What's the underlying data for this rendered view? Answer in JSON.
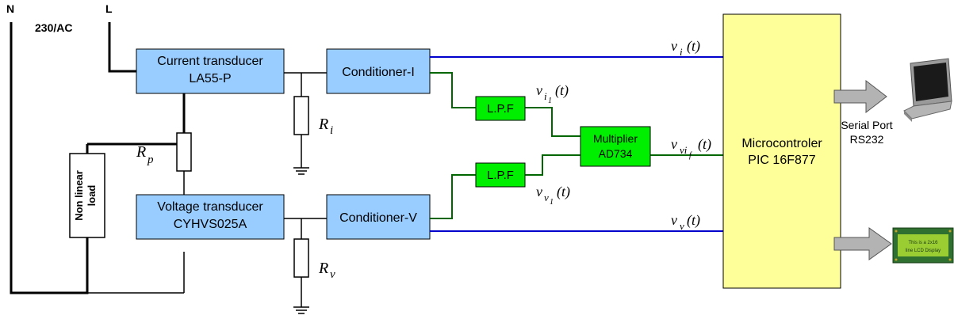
{
  "mains": {
    "neutral": "N",
    "line": "L",
    "supply": "230/AC"
  },
  "blocks": {
    "current_transducer": [
      "Current transducer",
      "LA55-P"
    ],
    "voltage_transducer": [
      "Voltage transducer",
      "CYHVS025A"
    ],
    "conditioner_i": "Conditioner-I",
    "conditioner_v": "Conditioner-V",
    "lpf_top": "L.P.F",
    "lpf_bottom": "L.P.F",
    "multiplier": [
      "Multiplier",
      "AD734"
    ],
    "mcu": [
      "Microcontroler",
      "PIC 16F877"
    ],
    "load": [
      "Non linear",
      "load"
    ]
  },
  "resistors": {
    "ri": "R",
    "ri_sub": "i",
    "rv": "R",
    "rv_sub": "v",
    "rp": "R",
    "rp_sub": "p"
  },
  "signals": {
    "vi": {
      "base": "v",
      "sub": "i",
      "arg": "(t)"
    },
    "vv": {
      "base": "v",
      "sub": "v",
      "arg": "(t)"
    },
    "vi1": {
      "base": "v",
      "sub": "i",
      "subsub": "1",
      "arg": "(t)"
    },
    "vv1": {
      "base": "v",
      "sub": "v",
      "subsub": "1",
      "arg": "(t)"
    },
    "vvif": {
      "base": "v",
      "sub": "vi",
      "subsub": "f",
      "arg": "(t)"
    }
  },
  "outputs": {
    "serial": [
      "Serial Port",
      "RS232"
    ],
    "lcd_lines": [
      "This is a 2x16",
      "line LCD Display"
    ]
  },
  "colors": {
    "block_blue": "#99ccff",
    "block_green": "#00ee00",
    "mcu_yellow": "#ffff99",
    "wire_blue": "#0000cc",
    "wire_green": "#006600"
  }
}
